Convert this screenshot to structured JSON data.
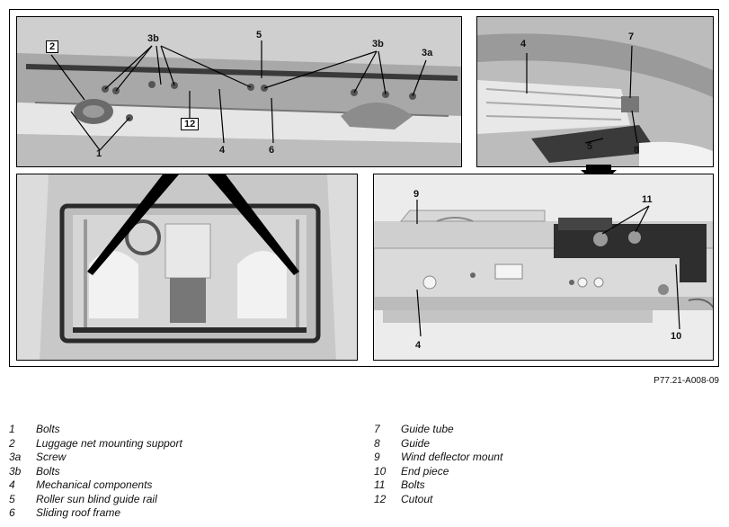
{
  "figure": {
    "top_left": {
      "labels": [
        "2",
        "3b",
        "5",
        "3b",
        "3a",
        "12",
        "1",
        "4",
        "6"
      ]
    },
    "top_right": {
      "labels": [
        "4",
        "7",
        "5",
        "8"
      ]
    },
    "bottom_right": {
      "labels": [
        "9",
        "11",
        "4",
        "10"
      ]
    },
    "reference": "P77.21-A008-09"
  },
  "legend": {
    "left": [
      {
        "key": "1",
        "text": "Bolts"
      },
      {
        "key": "2",
        "text": "Luggage net mounting support"
      },
      {
        "key": "3a",
        "text": "Screw"
      },
      {
        "key": "3b",
        "text": "Bolts"
      },
      {
        "key": "4",
        "text": "Mechanical components"
      },
      {
        "key": "5",
        "text": "Roller sun blind guide rail"
      },
      {
        "key": "6",
        "text": "Sliding roof frame"
      }
    ],
    "right": [
      {
        "key": "7",
        "text": "Guide tube"
      },
      {
        "key": "8",
        "text": "Guide"
      },
      {
        "key": "9",
        "text": "Wind deflector mount"
      },
      {
        "key": "10",
        "text": "End piece"
      },
      {
        "key": "11",
        "text": "Bolts"
      },
      {
        "key": "12",
        "text": "Cutout"
      }
    ]
  }
}
